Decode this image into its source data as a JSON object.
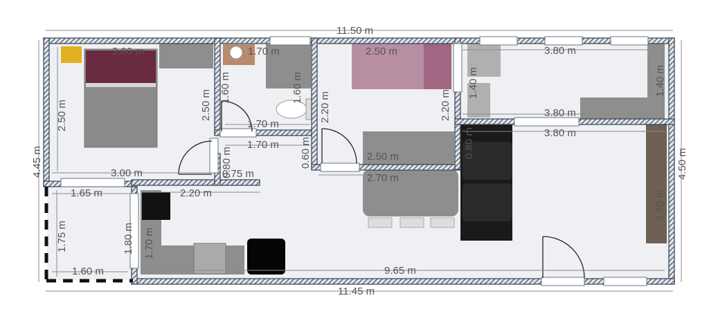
{
  "plan": {
    "overall": {
      "top_width": "11.50 m",
      "bottom_width": "11.45 m",
      "left_height": "4.45 m",
      "right_height": "4.50 m"
    },
    "labels": {
      "bedroom1_width": "3.00 m",
      "bedroom1_top": "3.00 m",
      "bedroom1_height_left": "2.50 m",
      "bedroom1_height_right": "2.50 m",
      "bath_width": "1.70 m",
      "bath_width_bottom": "1.70 m",
      "bath_height_left": "1.60 m",
      "bath_height_right": "1.60 m",
      "hall_width": "1.70 m",
      "hall_small": "0.75 m",
      "hall_door_v": "0.80 m",
      "bedroom2_top": "2.50 m",
      "bedroom2_height": "2.20 m",
      "bedroom2_height_right": "2.20 m",
      "bedroom2_side_door": "0.60 m",
      "bedroom2_bottom": "2.50 m",
      "dining_top": "2.70 m",
      "room_right_top": "3.80 m",
      "room_right_mid": "3.80 m",
      "room_right_bottom": "3.80 m",
      "room_right_height": "1.40 m",
      "room_right_height_b": "1.40 m",
      "living_door_v": "0.80 m",
      "storage_width_top": "1.65 m",
      "storage_width_bottom": "1.60 m",
      "storage_height_left": "1.75 m",
      "storage_height_right": "1.80 m",
      "kitchen_width": "2.20 m",
      "kitchen_height": "1.70 m",
      "living_bottom": "9.65 m",
      "wardrobe_height": "2.80 m"
    }
  },
  "colors": {
    "wall": "#4a5a6e",
    "floor": "#eef0f3",
    "bed1": "#6a2a40",
    "bed2": "#b88ea3",
    "sofa": "#1a1a1a",
    "wardrobe": "#6e6052",
    "furniture_grey": "#8e8e8e",
    "toilet_yellow": "#e0b020"
  }
}
